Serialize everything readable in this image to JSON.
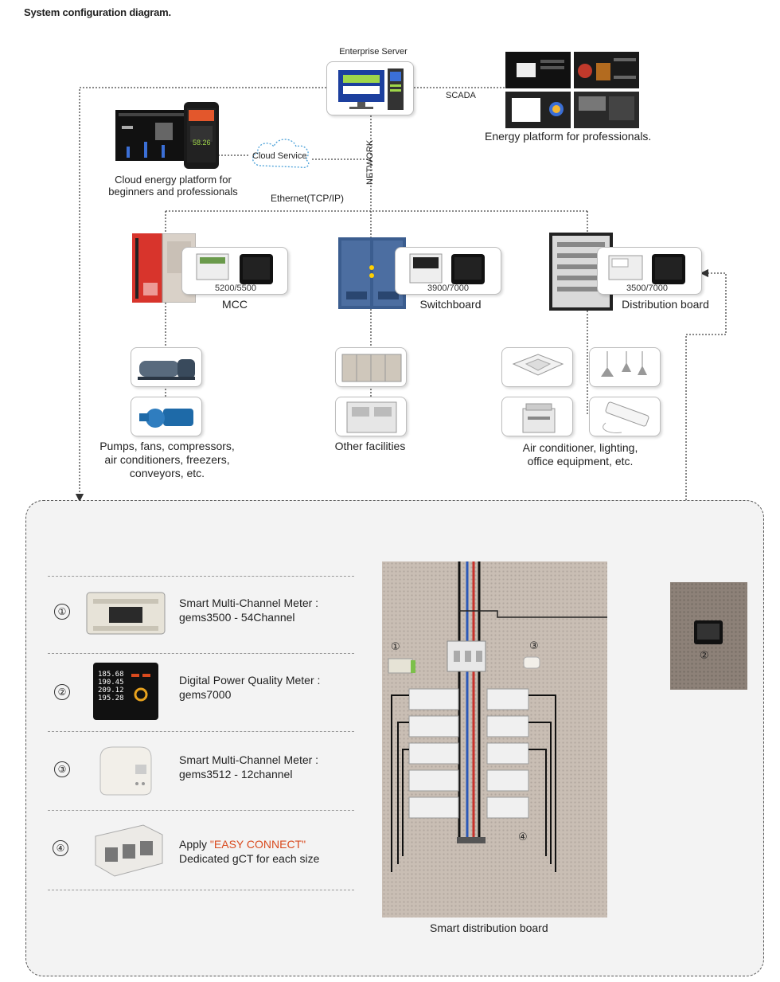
{
  "title": "System configuration diagram.",
  "top": {
    "enterprise_server": "Enterprise Server",
    "scada": "SCADA",
    "energy_platform": "Energy platform for professionals.",
    "cloud_service": "Cloud Service",
    "cloud_platform_line1": "Cloud energy platform for",
    "cloud_platform_line2": "beginners and professionals",
    "network": "NETWORK",
    "ethernet": "Ethernet(TCP/IP)",
    "phone_value": "58.26"
  },
  "boards": {
    "mcc": {
      "label": "MCC",
      "models": "5200/5500"
    },
    "switchboard": {
      "label": "Switchboard",
      "models": "3900/7000"
    },
    "distribution": {
      "label": "Distribution board",
      "models": "3500/7000"
    }
  },
  "loads": {
    "mcc_line1": "Pumps, fans, compressors,",
    "mcc_line2": "air conditioners, freezers,",
    "mcc_line3": "conveyors, etc.",
    "switchboard_line1": "Other facilities",
    "distribution_line1": "Air conditioner, lighting,",
    "distribution_line2": "office equipment, etc."
  },
  "products": [
    {
      "num": "①",
      "line1": "Smart Multi-Channel Meter :",
      "line2": "gems3500 - 54Channel"
    },
    {
      "num": "②",
      "line1": "Digital Power Quality Meter :",
      "line2": "gems7000",
      "screen": [
        "185.68",
        "190.45",
        "209.12",
        "195.28"
      ]
    },
    {
      "num": "③",
      "line1": "Smart Multi-Channel Meter :",
      "line2": "gems3512  -  12channel"
    },
    {
      "num": "④",
      "line1_prefix": "Apply ",
      "line1_accent": "\"EASY CONNECT\"",
      "line2": "Dedicated gCT for each size"
    }
  ],
  "board_markers": {
    "m1": "①",
    "m2": "②",
    "m3": "③",
    "m4": "④"
  },
  "smart_board_label": "Smart distribution board",
  "colors": {
    "accent": "#d94a1e",
    "mcc_red": "#d8342c",
    "switch_blue": "#3b5d8f",
    "panel_bg": "#f3f3f3"
  }
}
